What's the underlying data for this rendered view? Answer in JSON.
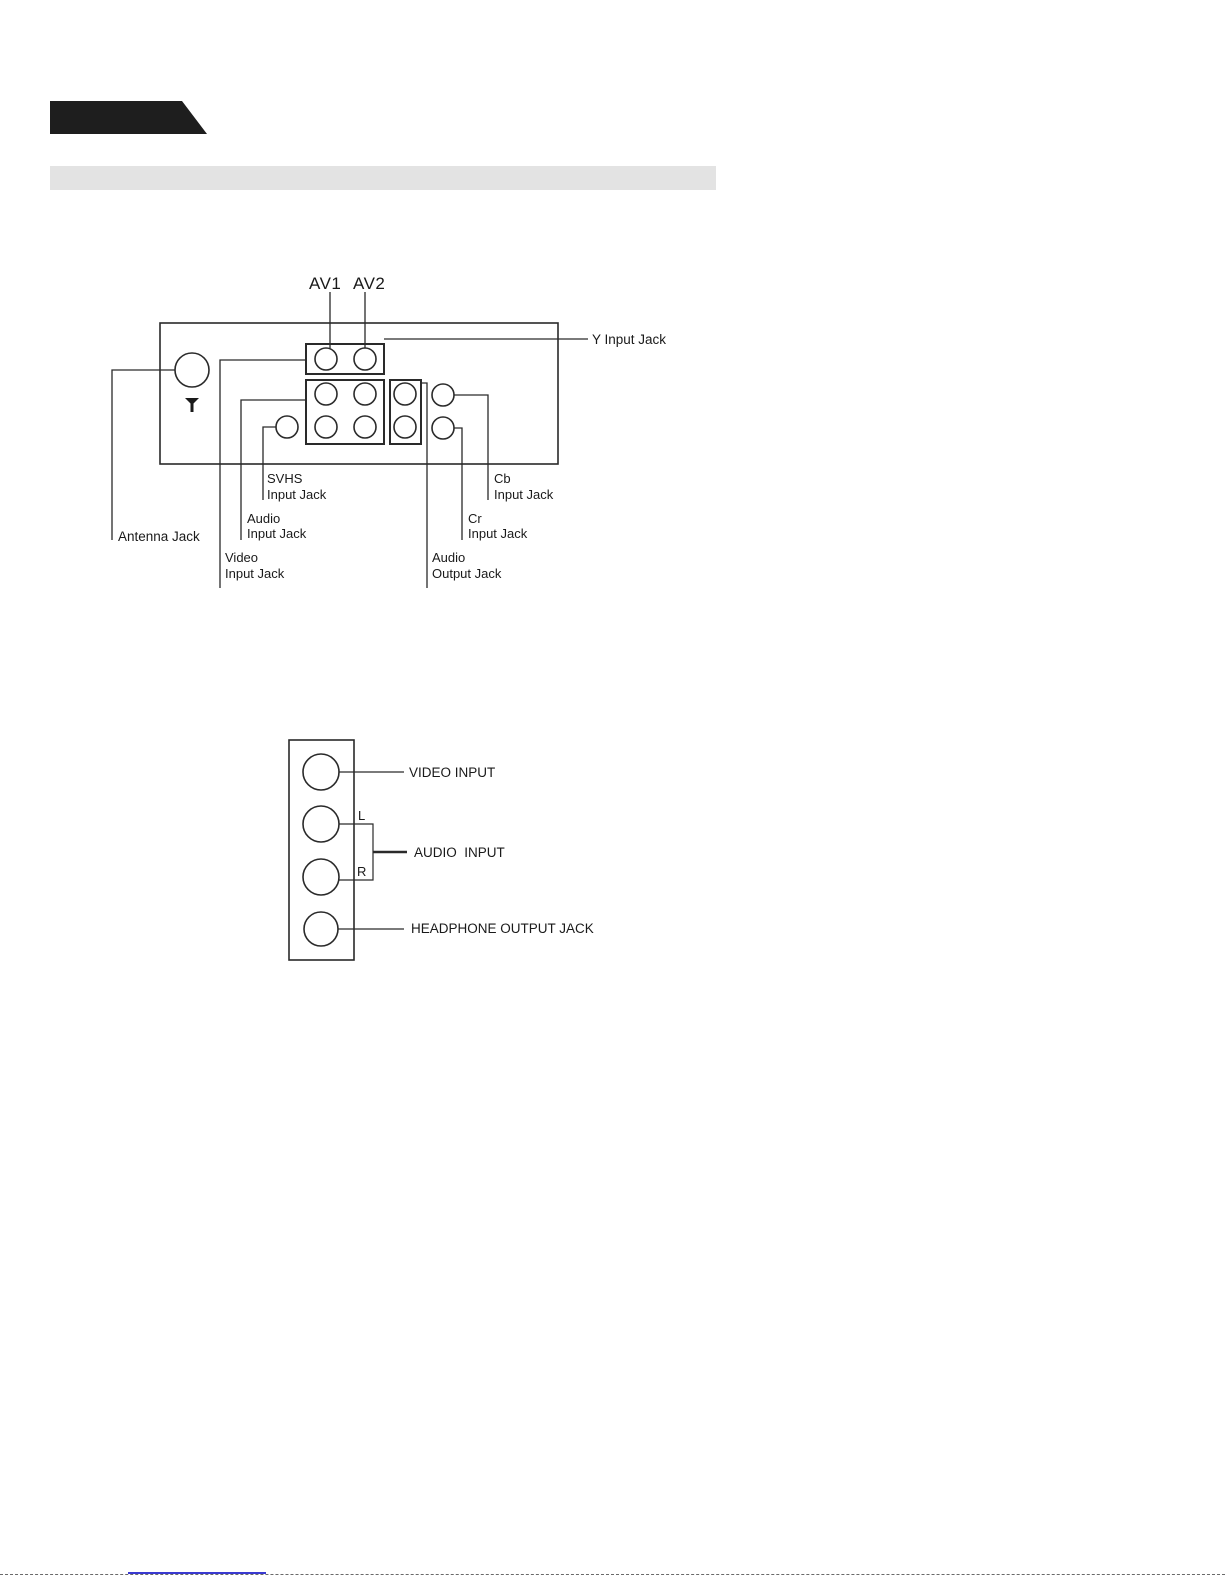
{
  "rear_panel": {
    "av1": "AV1",
    "av2": "AV2",
    "y_input": "Y Input Jack",
    "antenna": "Antenna Jack",
    "svhs_line1": "SVHS",
    "svhs_line2": "Input Jack",
    "audio_in_line1": "Audio",
    "audio_in_line2": "Input Jack",
    "video_in_line1": "Video",
    "video_in_line2": "Input Jack",
    "audio_out_line1": "Audio",
    "audio_out_line2": "Output Jack",
    "cb_line1": "Cb",
    "cb_line2": "Input Jack",
    "cr_line1": "Cr",
    "cr_line2": "Input Jack"
  },
  "side_panel": {
    "video_input": "VIDEO INPUT",
    "left": "L",
    "right": "R",
    "audio_input": "AUDIO  INPUT",
    "headphone": "HEADPHONE OUTPUT JACK"
  }
}
